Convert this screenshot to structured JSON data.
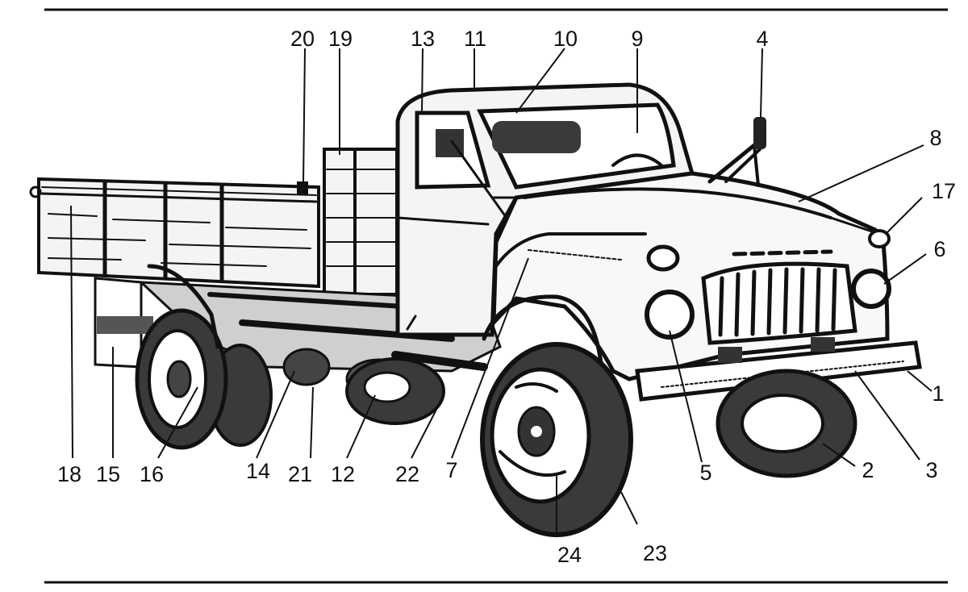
{
  "figure": {
    "labels": [
      {
        "id": "num-20",
        "text": "20"
      },
      {
        "id": "num-19",
        "text": "19"
      },
      {
        "id": "num-13",
        "text": "13"
      },
      {
        "id": "num-11",
        "text": "11"
      },
      {
        "id": "num-10",
        "text": "10"
      },
      {
        "id": "num-9",
        "text": "9"
      },
      {
        "id": "num-4",
        "text": "4"
      },
      {
        "id": "num-8",
        "text": "8"
      },
      {
        "id": "num-17",
        "text": "17"
      },
      {
        "id": "num-6",
        "text": "6"
      },
      {
        "id": "num-1",
        "text": "1"
      },
      {
        "id": "num-3",
        "text": "3"
      },
      {
        "id": "num-2",
        "text": "2"
      },
      {
        "id": "num-5",
        "text": "5"
      },
      {
        "id": "num-23",
        "text": "23"
      },
      {
        "id": "num-24",
        "text": "24"
      },
      {
        "id": "num-7",
        "text": "7"
      },
      {
        "id": "num-22",
        "text": "22"
      },
      {
        "id": "num-12",
        "text": "12"
      },
      {
        "id": "num-21",
        "text": "21"
      },
      {
        "id": "num-14",
        "text": "14"
      },
      {
        "id": "num-16",
        "text": "16"
      },
      {
        "id": "num-15",
        "text": "15"
      },
      {
        "id": "num-18",
        "text": "18"
      }
    ],
    "colors": {
      "ink": "#111111",
      "tyre": "#3a3a3a",
      "paper": "#ffffff"
    }
  }
}
